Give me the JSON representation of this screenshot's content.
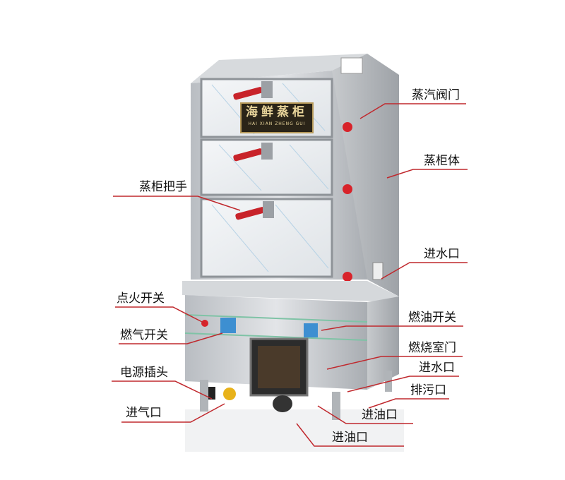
{
  "product": {
    "sign_text": "海鲜蒸柜",
    "sign_pinyin": "HAI XIAN ZHENG GUI"
  },
  "labels": {
    "steam_valve": "蒸汽阀门",
    "cabinet_body": "蒸柜体",
    "cabinet_handle": "蒸柜把手",
    "water_inlet_upper": "进水口",
    "ignition_switch": "点火开关",
    "oil_switch": "燃油开关",
    "gas_switch": "燃气开关",
    "combustion_door": "燃烧室门",
    "water_inlet_lower": "进水口",
    "power_plug": "电源插头",
    "drain_outlet": "排污口",
    "gas_inlet": "进气口",
    "oil_inlet_right": "进油口",
    "oil_inlet_bottom": "进油口"
  },
  "colors": {
    "leader_line": "#c0282d",
    "steel": "#c9ccd0",
    "knob": "#d8232a"
  }
}
